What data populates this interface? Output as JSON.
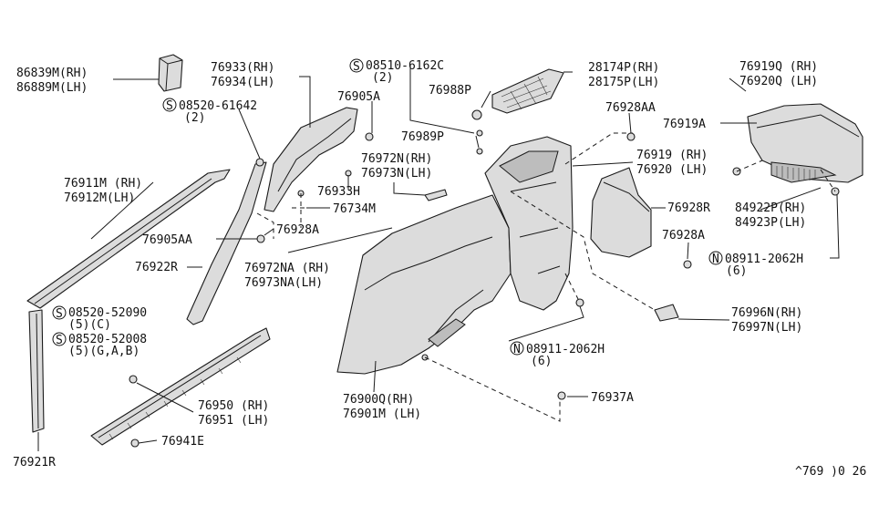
{
  "labels": {
    "p86839": "86839M(RH)",
    "p86889": "86889M(LH)",
    "p76933": "76933(RH)",
    "p76934": "76934(LH)",
    "s08520_61642": "08520-61642",
    "s08520_61642_qty": "(2)",
    "s08510": "08510-6162C",
    "s08510_qty": "(2)",
    "p76905A": "76905A",
    "p76988P": "76988P",
    "p28174P": "28174P(RH)",
    "p28175P": "28175P(LH)",
    "p76919Q": "76919Q (RH)",
    "p76920Q": "76920Q (LH)",
    "p76928AA": "76928AA",
    "p76919A": "76919A",
    "p76989P": "76989P",
    "p76919": "76919 (RH)",
    "p76920": "76920 (LH)",
    "p76911M": "76911M (RH)",
    "p76912M": "76912M(LH)",
    "p76972N": "76972N(RH)",
    "p76973N": "76973N(LH)",
    "p76933H": "76933H",
    "p76734M": "76734M",
    "p76928R": "76928R",
    "p84922P": "84922P(RH)",
    "p84923P": "84923P(LH)",
    "p76928A_left": "76928A",
    "p76905AA": "76905AA",
    "p76928A_right": "76928A",
    "n08911_right": "08911-2062H",
    "n08911_right_qty": "(6)",
    "p76922R": "76922R",
    "p76972NA": "76972NA (RH)",
    "p76973NA": "76973NA(LH)",
    "s08520_52090": "08520-52090",
    "s08520_52090_qty": "(5)(C)",
    "s08520_52008": "08520-52008",
    "s08520_52008_qty": "(5)(G,A,B)",
    "p76996N": "76996N(RH)",
    "p76997N": "76997N(LH)",
    "n08911_mid": "08911-2062H",
    "n08911_mid_qty": "(6)",
    "p76950": "76950 (RH)",
    "p76951": "76951 (LH)",
    "p76900Q": "76900Q(RH)",
    "p76901M": "76901M (LH)",
    "p76937A": "76937A",
    "p76941E": "76941E",
    "p76921R": "76921R",
    "ref_code": "^769 )0 26"
  },
  "symbols": {
    "screw": "S",
    "nut": "N"
  }
}
